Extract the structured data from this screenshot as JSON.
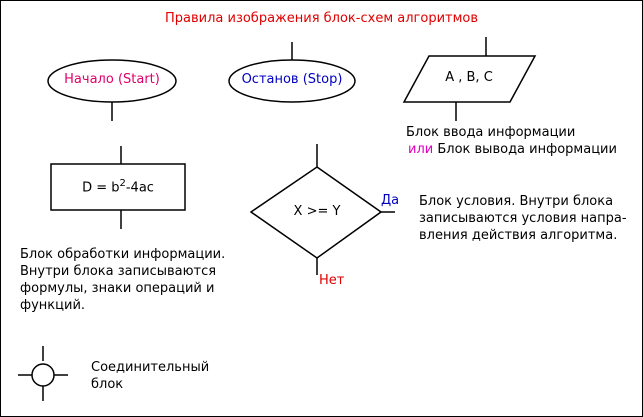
{
  "title": "Правила изображения блок-схем алгоритмов",
  "start": {
    "label": "Начало (Start)",
    "color": "#e0006a"
  },
  "stop": {
    "label": "Останов (Stop)",
    "color": "#0000c0"
  },
  "io": {
    "label": "A , B, C",
    "caption_line1": "Блок ввода информации",
    "caption_or": "или",
    "caption_line2": "Блок вывода информации",
    "or_color": "#e000c0"
  },
  "process": {
    "label": "D = b",
    "sup": "2",
    "suffix": "-4ac",
    "caption": [
      "Блок обработки информации.",
      "Внутри блока записываются",
      "формулы, знаки операций и",
      "функций."
    ]
  },
  "decision": {
    "label": "X >= Y",
    "yes": "Да",
    "no": "Нет",
    "yes_color": "#0000c0",
    "no_color": "#e00000",
    "caption": [
      "Блок условия. Внутри блока",
      "записываются условия напра-",
      "вления действия алгоритма."
    ]
  },
  "connector": {
    "caption": [
      "Соединительный",
      "блок"
    ]
  }
}
